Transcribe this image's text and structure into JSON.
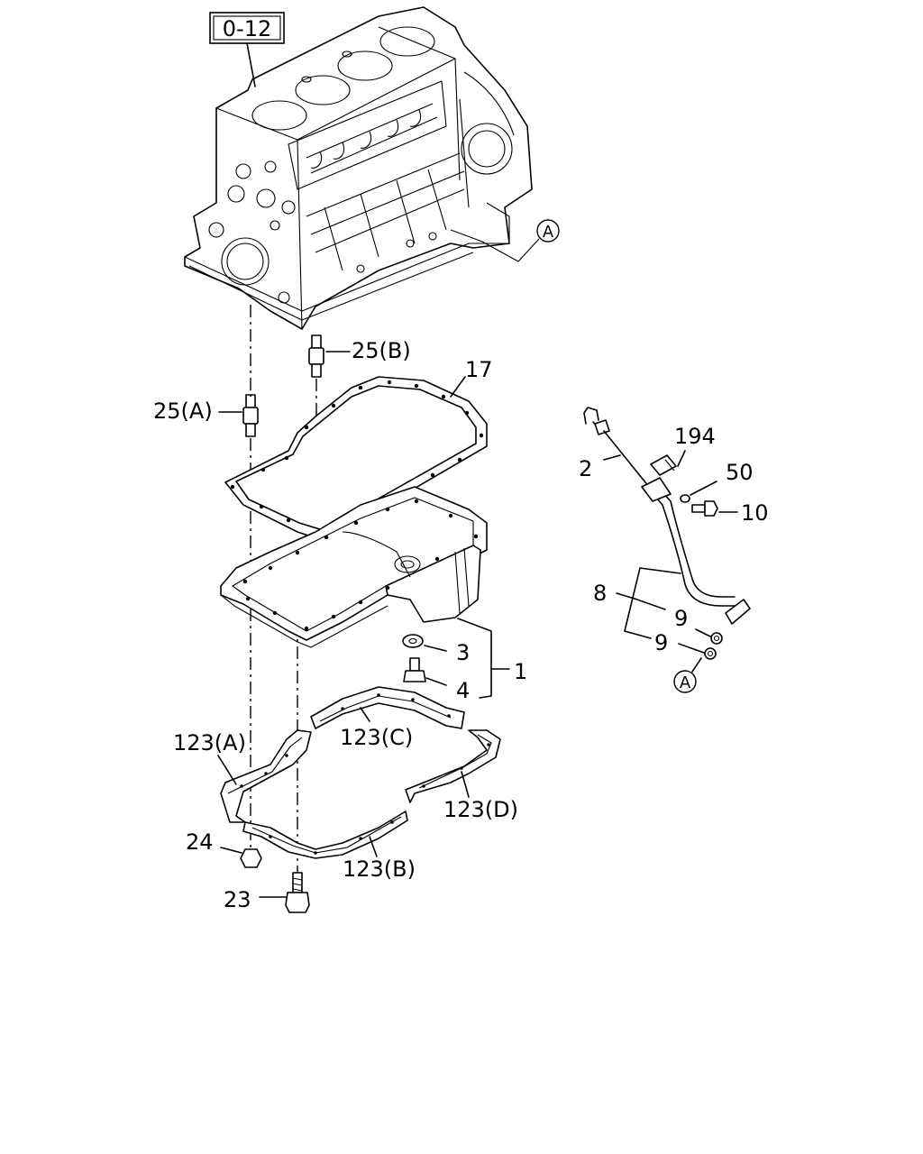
{
  "reference_box": "0-12",
  "connector": "A",
  "callouts": {
    "c25a": "25(A)",
    "c25b": "25(B)",
    "c17": "17",
    "c194": "194",
    "c2": "2",
    "c50": "50",
    "c10": "10",
    "c8": "8",
    "c9a": "9",
    "c9b": "9",
    "c3": "3",
    "c1": "1",
    "c4": "4",
    "c123a": "123(A)",
    "c123c": "123(C)",
    "c123d": "123(D)",
    "c24": "24",
    "c123b": "123(B)",
    "c23": "23"
  }
}
